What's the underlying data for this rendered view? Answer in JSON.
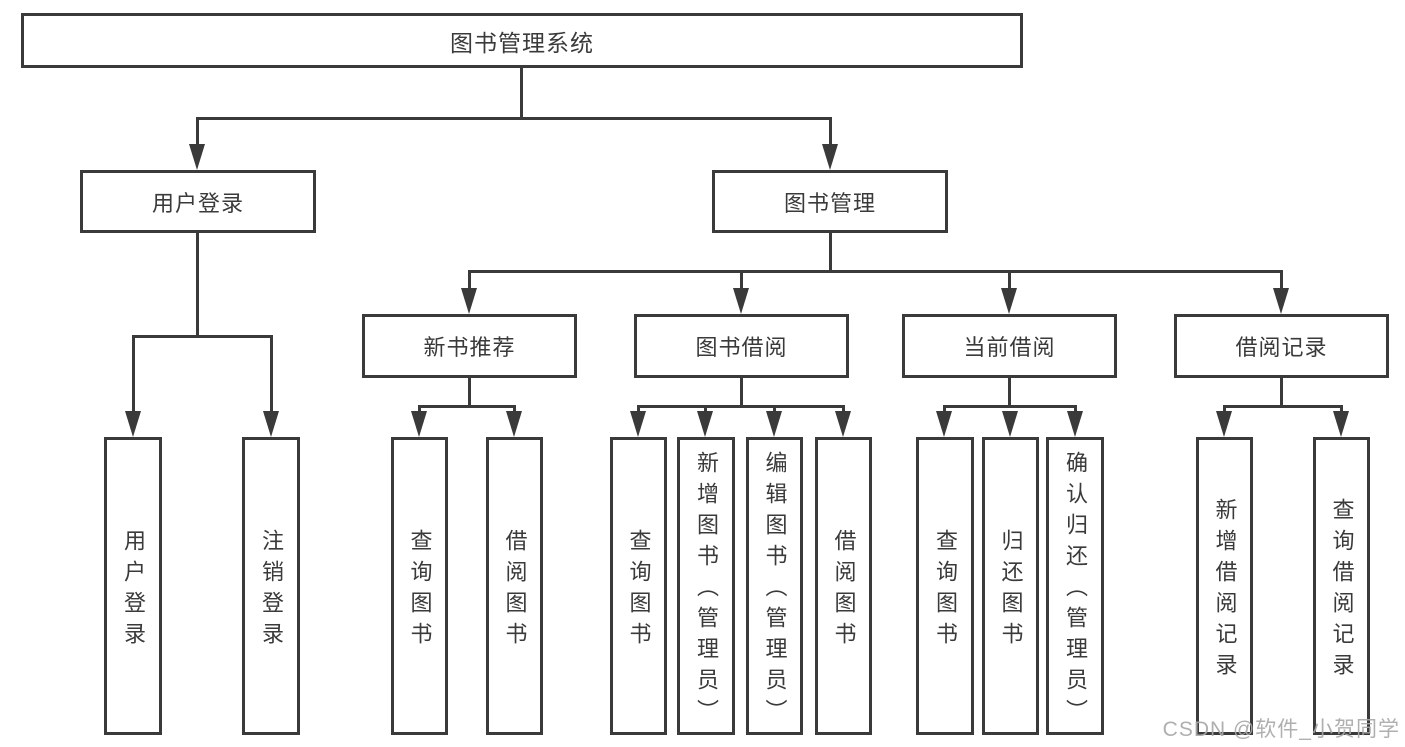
{
  "nodes": {
    "root": "图书管理系统",
    "user_login": "用户登录",
    "book_mgmt": "图书管理",
    "new_book_rec": "新书推荐",
    "book_borrow": "图书借阅",
    "current_borrow": "当前借阅",
    "borrow_record": "借阅记录",
    "leaf_user_login": "用户登录",
    "leaf_logout": "注销登录",
    "leaf_query_books_a": "查询图书",
    "leaf_borrow_books_a": "借阅图书",
    "leaf_query_books_b": "查询图书",
    "leaf_add_books": "新增图书（管理员）",
    "leaf_edit_books": "编辑图书（管理员）",
    "leaf_borrow_books_b": "借阅图书",
    "leaf_query_books_c": "查询图书",
    "leaf_return_books": "归还图书",
    "leaf_confirm_return": "确认归还（管理员）",
    "leaf_add_record": "新增借阅记录",
    "leaf_query_record": "查询借阅记录"
  },
  "watermark": "CSDN @软件_小贺同学",
  "colors": {
    "line": "#3a3a3a",
    "text": "#3a3a3a",
    "background": "#ffffff",
    "watermark": "#a8a8a8"
  }
}
